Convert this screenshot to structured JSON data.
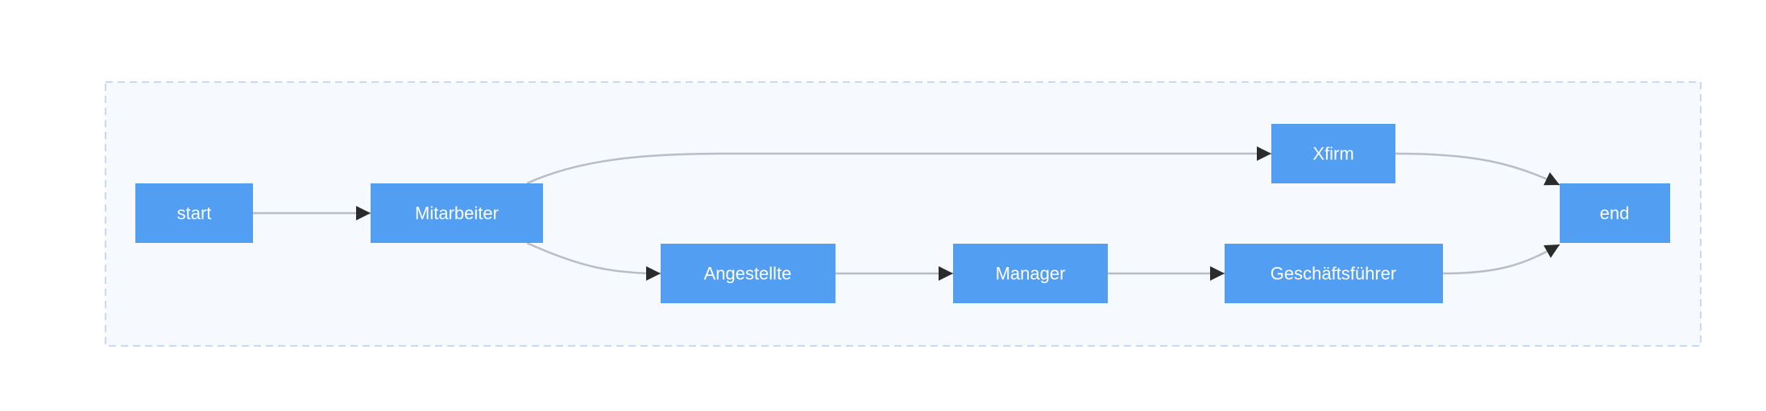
{
  "diagram": {
    "colors": {
      "node_fill": "#519ef2",
      "node_text": "#ffffff",
      "edge": "#b9bdc6",
      "arrow": "#2b2b2b",
      "group_fill": "#f6fafe",
      "group_border": "#b7cff0"
    },
    "nodes": {
      "start": "start",
      "mitarbeiter": "Mitarbeiter",
      "xfirm": "Xfirm",
      "angestellte": "Angestellte",
      "manager": "Manager",
      "geschaeftsfuehrer": "Geschäftsführer",
      "end": "end"
    },
    "edges": [
      {
        "from": "start",
        "to": "mitarbeiter"
      },
      {
        "from": "mitarbeiter",
        "to": "xfirm"
      },
      {
        "from": "mitarbeiter",
        "to": "angestellte"
      },
      {
        "from": "angestellte",
        "to": "manager"
      },
      {
        "from": "manager",
        "to": "geschaeftsfuehrer"
      },
      {
        "from": "xfirm",
        "to": "end"
      },
      {
        "from": "geschaeftsfuehrer",
        "to": "end"
      }
    ]
  }
}
